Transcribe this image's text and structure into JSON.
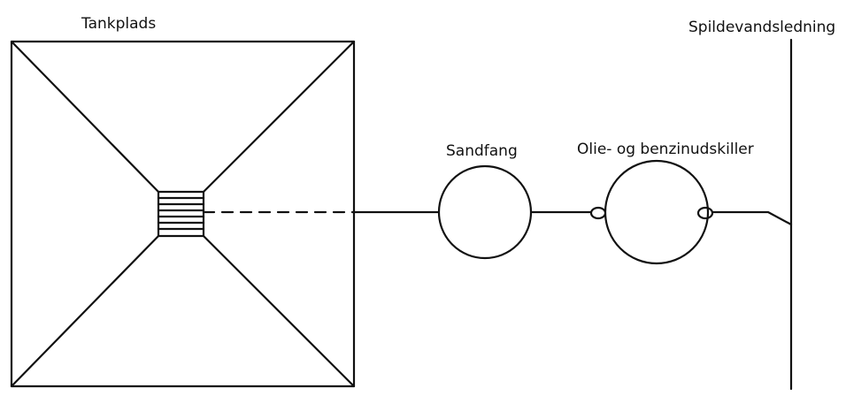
{
  "diagram": {
    "labels": {
      "tank_area": "Tankplads",
      "sand_trap": "Sandfang",
      "oil_separator": "Olie- og benzinudskiller",
      "sewer_line": "Spildevandsledning"
    }
  }
}
